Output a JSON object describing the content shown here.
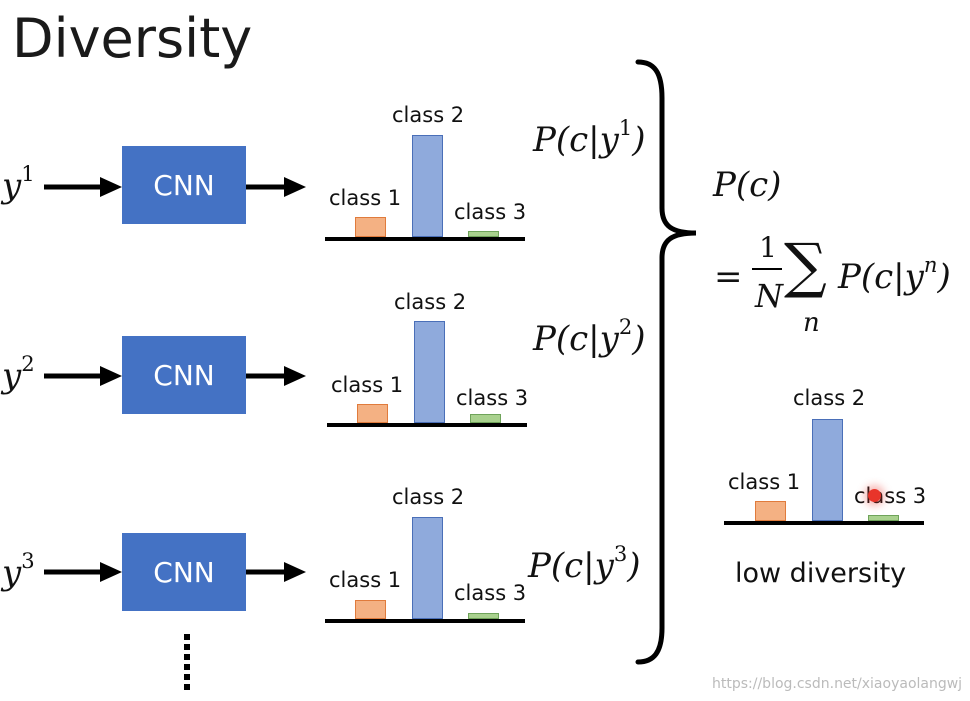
{
  "title": "Diversity",
  "rows": [
    {
      "input_base": "y",
      "input_sup": "1",
      "cnn_label": "CNN",
      "classes": [
        "class 1",
        "class 2",
        "class 3"
      ],
      "values": [
        0.16,
        0.8,
        0.05
      ],
      "prob_base": "P(c|y",
      "prob_sup": "1",
      "prob_close": ")"
    },
    {
      "input_base": "y",
      "input_sup": "2",
      "cnn_label": "CNN",
      "classes": [
        "class 1",
        "class 2",
        "class 3"
      ],
      "values": [
        0.15,
        0.8,
        0.07
      ],
      "prob_base": "P(c|y",
      "prob_sup": "2",
      "prob_close": ")"
    },
    {
      "input_base": "y",
      "input_sup": "3",
      "cnn_label": "CNN",
      "classes": [
        "class 1",
        "class 2",
        "class 3"
      ],
      "values": [
        0.15,
        0.8,
        0.05
      ],
      "prob_base": "P(c|y",
      "prob_sup": "3",
      "prob_close": ")"
    }
  ],
  "ellipsis": "⋮",
  "result": {
    "pc": "P(c)",
    "eq": "=",
    "frac_num": "1",
    "frac_den": "N",
    "sum": "∑",
    "sum_idx": "n",
    "sum_term_base": "P(c|y",
    "sum_term_sup": "n",
    "sum_term_close": ")",
    "classes": [
      "class 1",
      "class 2",
      "class 3"
    ],
    "values": [
      0.16,
      0.8,
      0.05
    ],
    "caption": "low diversity"
  },
  "watermark": "https://blog.csdn.net/xiaoyaolangwj",
  "colors": {
    "cnn": "#4472c4",
    "class1": "#f4b183",
    "class2": "#8faadc",
    "class3": "#a9d18e",
    "pointer": "#e8342a"
  }
}
